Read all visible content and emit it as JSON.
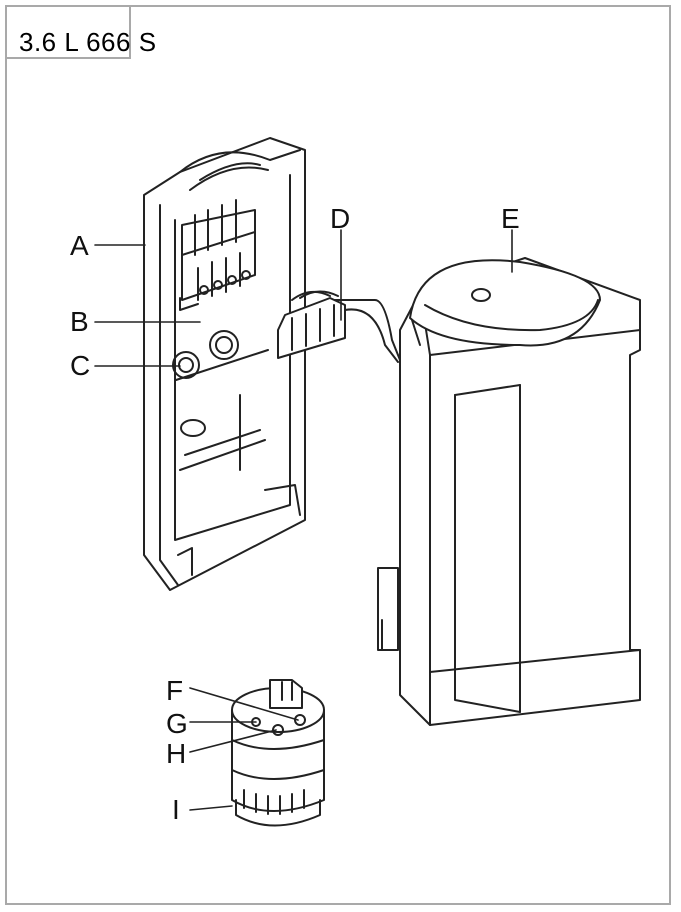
{
  "header": {
    "title": "3.6  L 666 S"
  },
  "callouts": {
    "A": "A",
    "B": "B",
    "C": "C",
    "D": "D",
    "E": "E",
    "F": "F",
    "G": "G",
    "H": "H",
    "I": "I"
  }
}
